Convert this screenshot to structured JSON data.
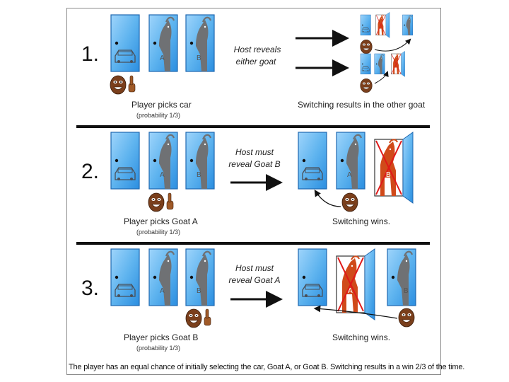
{
  "rows": [
    {
      "number": "1.",
      "host_line1": "Host reveals",
      "host_line2": "either goat",
      "player": "Player picks car",
      "probability": "(probability 1/3)",
      "result": "Switching results in the other goat"
    },
    {
      "number": "2.",
      "host_line1": "Host must",
      "host_line2": "reveal Goat B",
      "player": "Player picks Goat A",
      "probability": "(probability 1/3)",
      "result": "Switching wins."
    },
    {
      "number": "3.",
      "host_line1": "Host must",
      "host_line2": "reveal Goat A",
      "player": "Player picks Goat B",
      "probability": "(probability 1/3)",
      "result": "Switching wins."
    }
  ],
  "door_labels": {
    "a": "A",
    "b": "B"
  },
  "footer": "The player has an equal chance of initially selecting the car, Goat A, or Goat B. Switching results in a win 2/3 of the time.",
  "colors": {
    "door_fill": "#5fb4ef",
    "door_dark": "#1f78c8",
    "goat_gray": "#6f7174",
    "goat_red": "#d04a1a",
    "face": "#8a4a22",
    "cross": "#e01818"
  }
}
